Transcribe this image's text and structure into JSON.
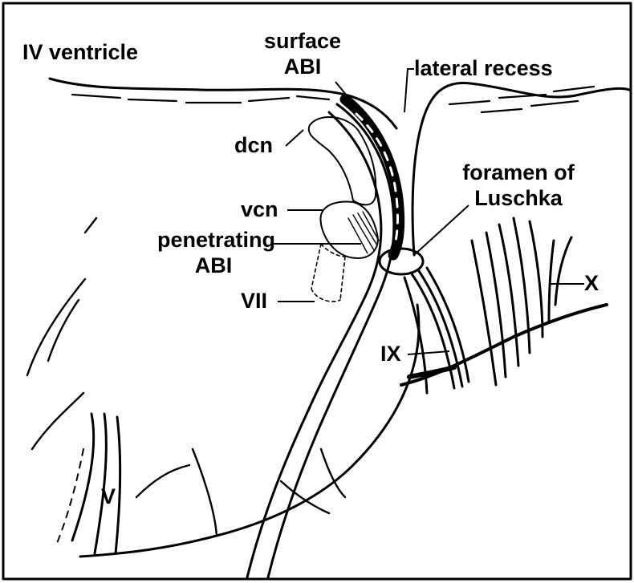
{
  "diagram": {
    "labels": {
      "iv_ventricle": "IV ventricle",
      "surface_abi_line1": "surface",
      "surface_abi_line2": "ABI",
      "lateral_recess": "lateral recess",
      "dcn": "dcn",
      "vcn": "vcn",
      "foramen_line1": "foramen of",
      "foramen_line2": "Luschka",
      "penetrating_line1": "penetrating",
      "penetrating_line2": "ABI",
      "vii": "VII",
      "x_nerve": "X",
      "ix_nerve": "IX",
      "v_nerve": "V"
    },
    "colors": {
      "ink": "#000000",
      "paper": "#ffffff"
    }
  }
}
